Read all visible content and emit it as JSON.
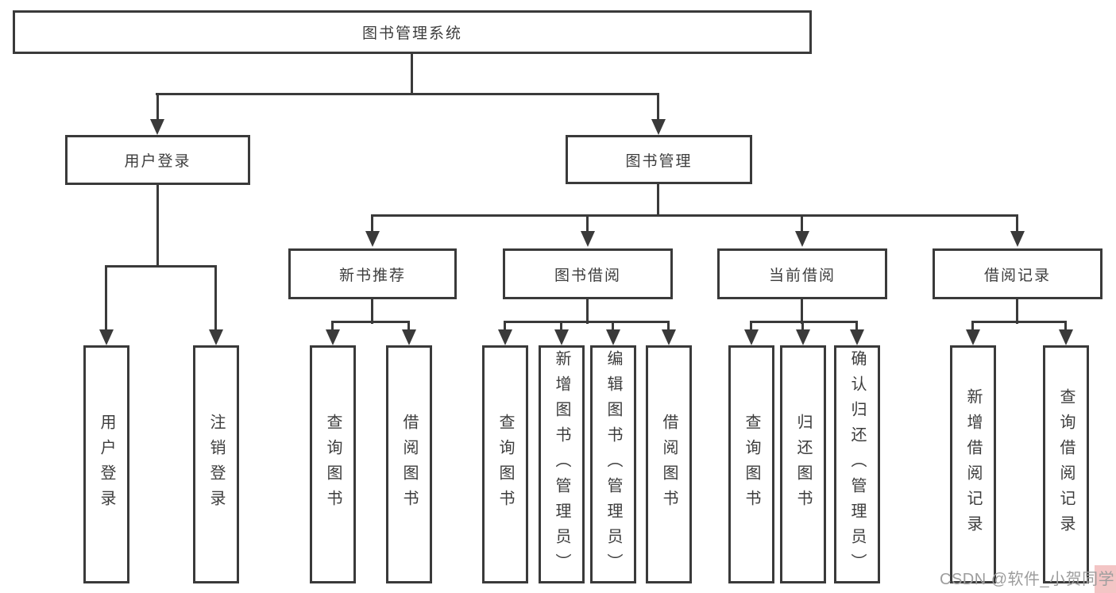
{
  "diagram": {
    "root": {
      "label": "图书管理系统"
    },
    "branches": [
      {
        "label": "用户登录",
        "children": [
          {
            "label": "用户登录"
          },
          {
            "label": "注销登录"
          }
        ]
      },
      {
        "label": "图书管理",
        "children": [
          {
            "label": "新书推荐",
            "children": [
              {
                "label": "查询图书"
              },
              {
                "label": "借阅图书"
              }
            ]
          },
          {
            "label": "图书借阅",
            "children": [
              {
                "label": "查询图书"
              },
              {
                "label": "新增图书（管理员）"
              },
              {
                "label": "编辑图书（管理员）"
              },
              {
                "label": "借阅图书"
              }
            ]
          },
          {
            "label": "当前借阅",
            "children": [
              {
                "label": "查询图书"
              },
              {
                "label": "归还图书"
              },
              {
                "label": "确认归还（管理员）"
              }
            ]
          },
          {
            "label": "借阅记录",
            "children": [
              {
                "label": "新增借阅记录"
              },
              {
                "label": "查询借阅记录"
              }
            ]
          }
        ]
      }
    ]
  },
  "watermark": {
    "text": "CSDN @软件_小贺同学"
  },
  "colors": {
    "line": "#3a3a3a",
    "text": "#3d3d3d",
    "watermark_text": "#9d9d9d",
    "watermark_highlight": "#f3c5c5",
    "background": "#ffffff"
  }
}
